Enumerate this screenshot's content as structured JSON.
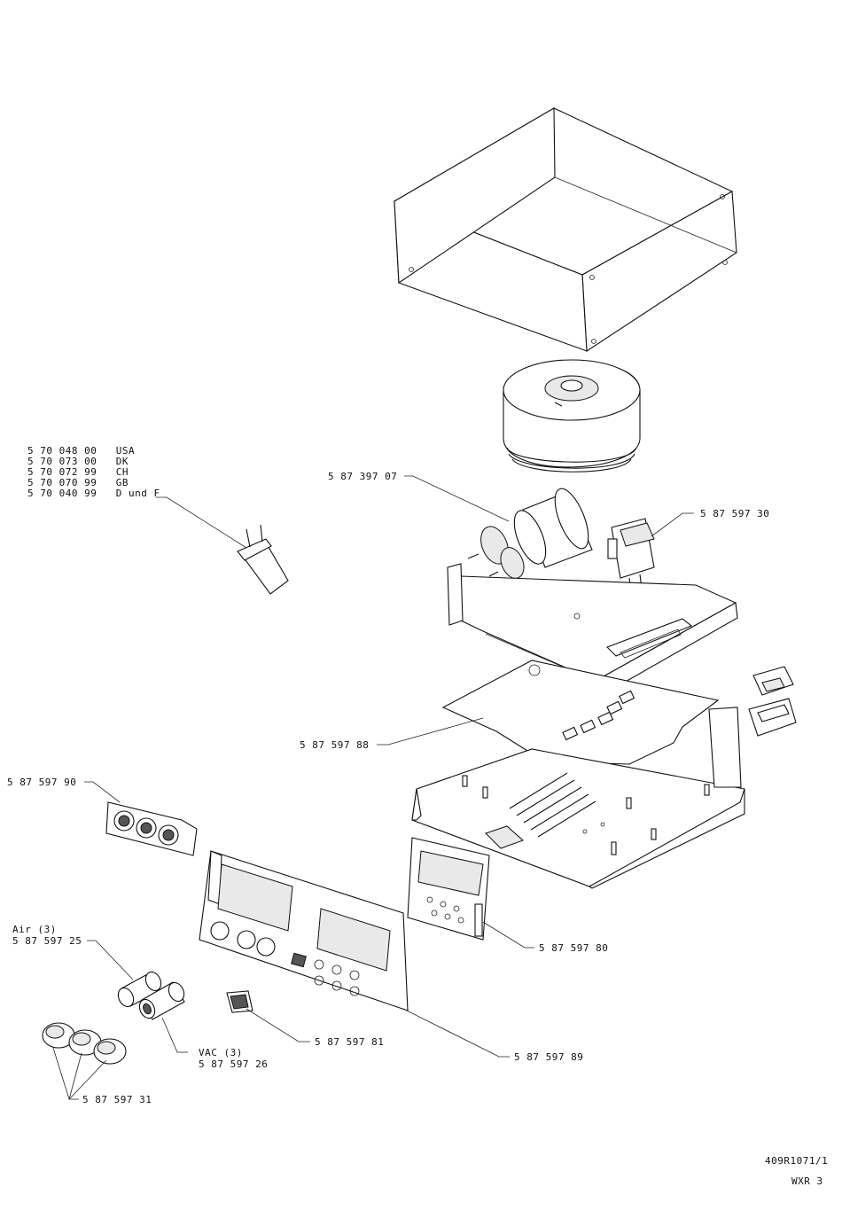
{
  "plug_variants": [
    {
      "part": "5 70 048 00",
      "region": "USA"
    },
    {
      "part": "5 70 073 00",
      "region": "DK"
    },
    {
      "part": "5 70 072 99",
      "region": "CH"
    },
    {
      "part": "5 70 070 99",
      "region": "GB"
    },
    {
      "part": "5 70 040 99",
      "region": "D und F"
    }
  ],
  "callouts": {
    "pump": "5 87 397 07",
    "valve": "5 87 597 30",
    "main_board": "5 87 597 88",
    "socket_panel": "5 87 597 90",
    "display_board": "5 87 597 80",
    "air_label": "Air (3)",
    "air_part": "5 87 597 25",
    "switch": "5 87 597 81",
    "front_panel": "5 87 597 89",
    "vac_label": "VAC (3)",
    "vac_part": "5 87 597 26",
    "knobs": "5 87 597 31"
  },
  "footer": {
    "drawing_number": "409R1071/1",
    "sheet_id": "WXR 3"
  }
}
